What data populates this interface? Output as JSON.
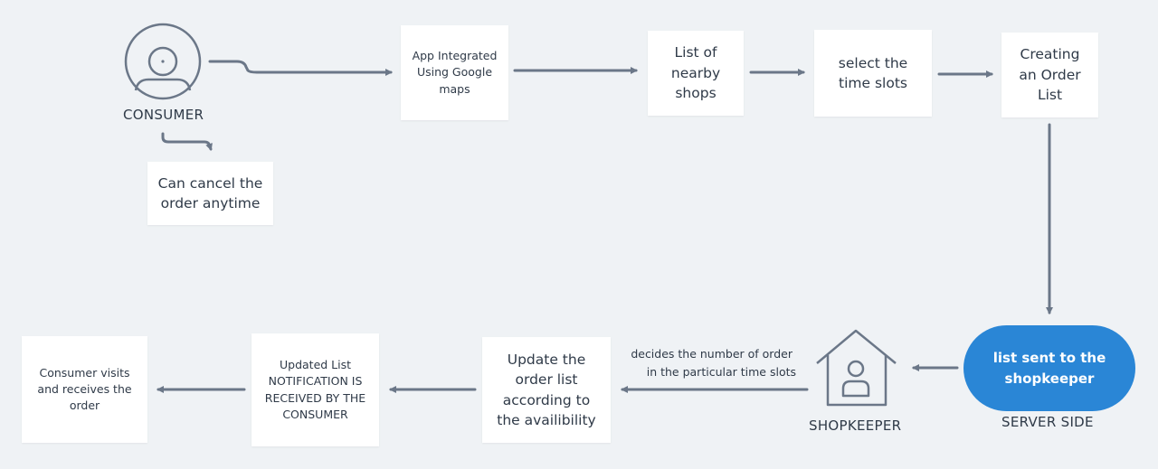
{
  "consumer": {
    "label": "CONSUMER"
  },
  "boxes": {
    "maps": "App Integrated Using Google maps",
    "nearby": "List of nearby shops",
    "timeslots": "select the time slots",
    "orderlist": "Creating an Order List",
    "cancel": "Can cancel the order anytime",
    "update": "Update the order list according to the availibility",
    "notification": "Updated List NOTIFICATION IS RECEIVED BY THE CONSUMER",
    "visit": "Consumer visits and receives the order"
  },
  "server": {
    "pill_text": "list sent to the shopkeeper",
    "label": "SERVER SIDE"
  },
  "shopkeeper": {
    "label": "SHOPKEEPER"
  },
  "decision_note": {
    "line1": "decides the number of order",
    "line2": "in the particular time slots"
  },
  "colors": {
    "background": "#eff2f5",
    "arrow": "#6b7788",
    "accent": "#2a86d6"
  }
}
